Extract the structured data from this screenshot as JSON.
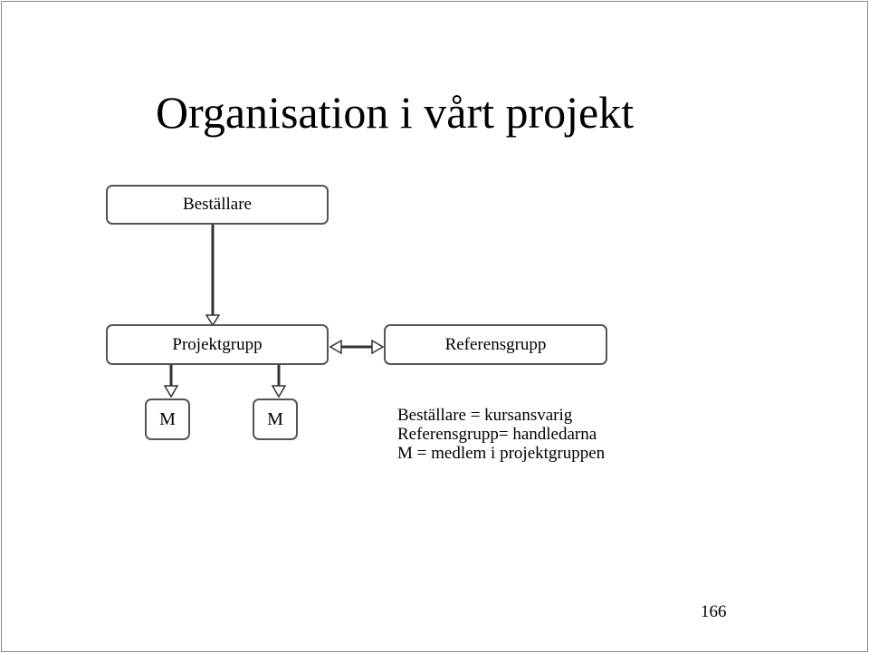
{
  "title": "Organisation i vårt projekt",
  "boxes": {
    "bestallare": "Beställare",
    "projektgrupp": "Projektgrupp",
    "referensgrupp": "Referensgrupp",
    "member_1": "M",
    "member_2": "M"
  },
  "legend": {
    "line_1": "Beställare = kursansvarig",
    "line_2": "Referensgrupp= handledarna",
    "line_3": "M = medlem i projektgruppen"
  },
  "page_number": "166",
  "colors": {
    "border": "#555555",
    "connector": "#333333",
    "background": "#ffffff"
  }
}
